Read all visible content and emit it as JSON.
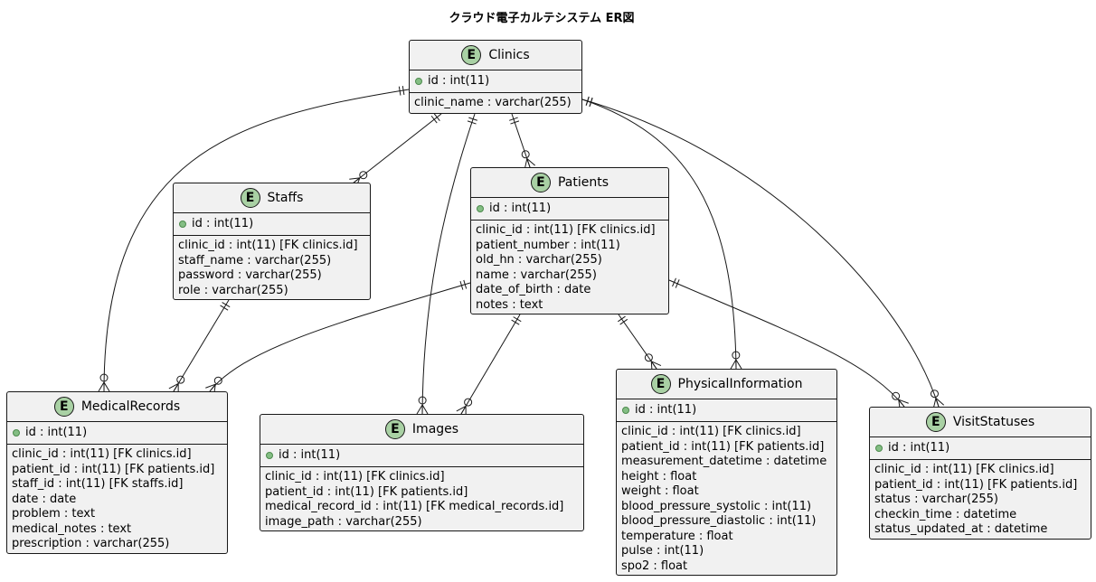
{
  "diagram": {
    "title": "クラウド電子カルテシステム ER図",
    "entity_marker": "E",
    "entities": {
      "clinics": {
        "name": "Clinics",
        "pk": "id : int(11)",
        "attrs": [
          "clinic_name : varchar(255)"
        ]
      },
      "staffs": {
        "name": "Staffs",
        "pk": "id : int(11)",
        "attrs": [
          "clinic_id : int(11) [FK clinics.id]",
          "staff_name : varchar(255)",
          "password : varchar(255)",
          "role : varchar(255)"
        ]
      },
      "patients": {
        "name": "Patients",
        "pk": "id : int(11)",
        "attrs": [
          "clinic_id : int(11) [FK clinics.id]",
          "patient_number : int(11)",
          "old_hn : varchar(255)",
          "name : varchar(255)",
          "date_of_birth : date",
          "notes : text"
        ]
      },
      "medical_records": {
        "name": "MedicalRecords",
        "pk": "id : int(11)",
        "attrs": [
          "clinic_id : int(11) [FK clinics.id]",
          "patient_id : int(11) [FK patients.id]",
          "staff_id : int(11) [FK staffs.id]",
          "date : date",
          "problem : text",
          "medical_notes : text",
          "prescription : varchar(255)"
        ]
      },
      "images": {
        "name": "Images",
        "pk": "id : int(11)",
        "attrs": [
          "clinic_id : int(11) [FK clinics.id]",
          "patient_id : int(11) [FK patients.id]",
          "medical_record_id : int(11) [FK medical_records.id]",
          "image_path : varchar(255)"
        ]
      },
      "physical_information": {
        "name": "PhysicalInformation",
        "pk": "id : int(11)",
        "attrs": [
          "clinic_id : int(11) [FK clinics.id]",
          "patient_id : int(11) [FK patients.id]",
          "measurement_datetime : datetime",
          "height : float",
          "weight : float",
          "blood_pressure_systolic : int(11)",
          "blood_pressure_diastolic : int(11)",
          "temperature : float",
          "pulse : int(11)",
          "spo2 : float"
        ]
      },
      "visit_statuses": {
        "name": "VisitStatuses",
        "pk": "id : int(11)",
        "attrs": [
          "clinic_id : int(11) [FK clinics.id]",
          "patient_id : int(11) [FK patients.id]",
          "status : varchar(255)",
          "checkin_time : datetime",
          "status_updated_at : datetime"
        ]
      }
    },
    "relationships": [
      {
        "from": "clinics",
        "to": "staffs",
        "from_card": "exactly-one",
        "to_card": "zero-or-many"
      },
      {
        "from": "clinics",
        "to": "patients",
        "from_card": "exactly-one",
        "to_card": "zero-or-many"
      },
      {
        "from": "clinics",
        "to": "medical_records",
        "from_card": "exactly-one",
        "to_card": "zero-or-many"
      },
      {
        "from": "clinics",
        "to": "images",
        "from_card": "exactly-one",
        "to_card": "zero-or-many"
      },
      {
        "from": "clinics",
        "to": "physical_information",
        "from_card": "exactly-one",
        "to_card": "zero-or-many"
      },
      {
        "from": "clinics",
        "to": "visit_statuses",
        "from_card": "exactly-one",
        "to_card": "zero-or-many"
      },
      {
        "from": "staffs",
        "to": "medical_records",
        "from_card": "exactly-one",
        "to_card": "zero-or-many"
      },
      {
        "from": "patients",
        "to": "medical_records",
        "from_card": "exactly-one",
        "to_card": "zero-or-many"
      },
      {
        "from": "patients",
        "to": "images",
        "from_card": "exactly-one",
        "to_card": "zero-or-many"
      },
      {
        "from": "patients",
        "to": "physical_information",
        "from_card": "exactly-one",
        "to_card": "zero-or-many"
      },
      {
        "from": "patients",
        "to": "visit_statuses",
        "from_card": "exactly-one",
        "to_card": "zero-or-many"
      }
    ]
  }
}
